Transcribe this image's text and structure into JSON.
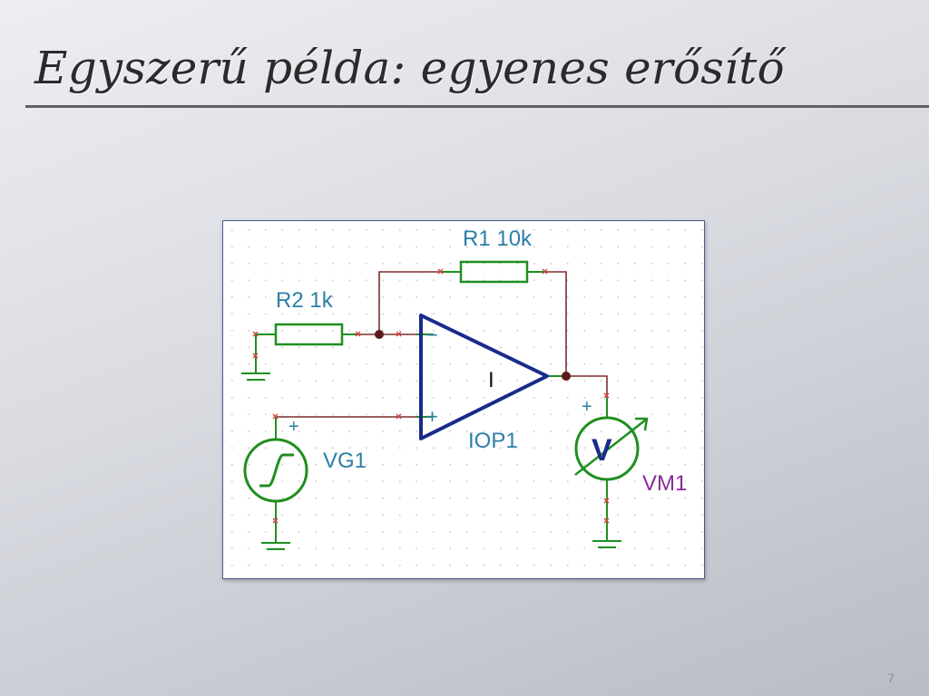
{
  "slide": {
    "title": "Egyszerű példa: egyenes erősítő",
    "page_number": "7"
  },
  "circuit": {
    "r1_label": "R1 10k",
    "r2_label": "R2 1k",
    "opamp_label": "IOP1",
    "opamp_symbol": "I",
    "opamp_minus": "−",
    "opamp_plus": "+",
    "source_label": "VG1",
    "source_plus": "+",
    "meter_label": "VM1",
    "meter_symbol": "V",
    "meter_plus": "+",
    "colors": {
      "wire": "#7a2f2f",
      "component": "#1f8f1f",
      "opamp": "#1a2a8c",
      "label": "#2c7fa6",
      "meter_label": "#8a2a9a",
      "node": "#5a1a1a",
      "pin_mark": "#d84040",
      "grid_dot": "#c9c9c9"
    }
  }
}
